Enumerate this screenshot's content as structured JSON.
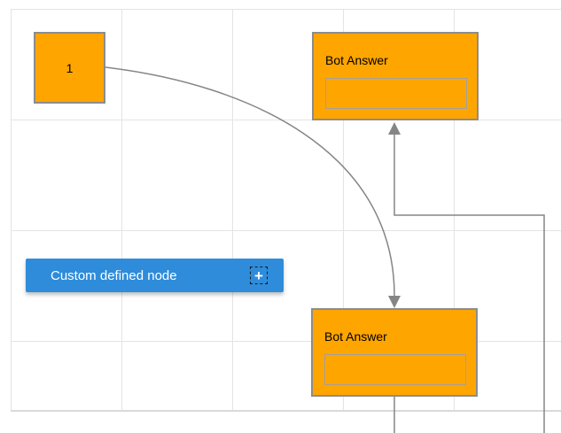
{
  "diagram": {
    "nodes": {
      "node1": {
        "label": "1"
      },
      "bot_top": {
        "title": "Bot Answer",
        "field_value": ""
      },
      "bot_bottom": {
        "title": "Bot Answer",
        "field_value": ""
      },
      "custom": {
        "label": "Custom defined node",
        "add_icon_glyph": "+"
      }
    },
    "connectors": {
      "curve": "from node1 right side to top of bottom Bot Answer node, arrow down",
      "orthogonal": "from bottom edge (off-screen) up and left into bottom of top Bot Answer node, arrow up",
      "stub": "from bottom of bottom Bot Answer node down off-screen"
    },
    "colors": {
      "node_fill_orange": "#FFA500",
      "node_border_gray": "#8C8C8C",
      "custom_node_blue": "#2E8CDB",
      "connector_gray": "#858585",
      "grid_line": "#E4E4E4"
    }
  }
}
